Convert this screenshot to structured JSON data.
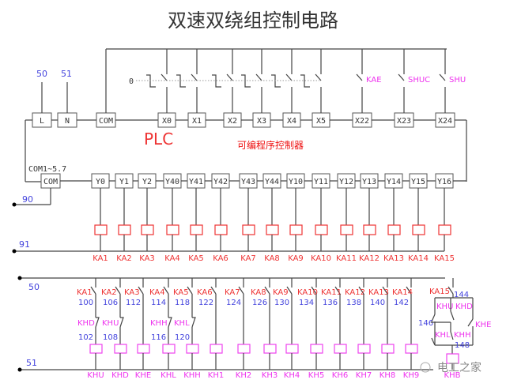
{
  "title": "双速双绕组控制电路",
  "plc_label": "PLC",
  "plc_subtitle": "可编程序控制器",
  "power_terminals": {
    "L": "L",
    "N": "N",
    "COM_in": "COM",
    "wire_L": "50",
    "wire_N": "51"
  },
  "input_zero": "0",
  "inputs": [
    "X0",
    "X1",
    "X2",
    "X3",
    "X4",
    "X5",
    "X22",
    "X23",
    "X24"
  ],
  "input_contacts": [
    "",
    "",
    "",
    "",
    "",
    "",
    "KAE",
    "SHUC",
    "SHU"
  ],
  "output_com_label": "COM1~5.7",
  "output_com": "COM",
  "outputs": [
    "Y0",
    "Y1",
    "Y2",
    "Y40",
    "Y41",
    "Y42",
    "Y43",
    "Y44",
    "Y10",
    "Y11",
    "Y12",
    "Y13",
    "Y14",
    "Y15",
    "Y16"
  ],
  "relays": [
    "KA1",
    "KA2",
    "KA3",
    "KA4",
    "KA5",
    "KA6",
    "KA7",
    "KA8",
    "KA9",
    "KA10",
    "KA11",
    "KA12",
    "KA13",
    "KA14",
    "KA15"
  ],
  "rail_90": "90",
  "rail_91": "91",
  "rail_50": "50",
  "rail_51": "51",
  "lower": {
    "ka_contacts": [
      "KA1",
      "KA2",
      "KA3",
      "KA4",
      "KA5",
      "KA6",
      "KA7",
      "KA8",
      "KA9",
      "KA10",
      "KA11",
      "KA12",
      "KA13",
      "KA14",
      "KA15"
    ],
    "upper_nums": [
      "100",
      "106",
      "112",
      "114",
      "118",
      "122",
      "124",
      "126",
      "130",
      "134",
      "136",
      "138",
      "140",
      "142",
      "144"
    ],
    "interlocks": [
      {
        "label": "KHD",
        "num": "102"
      },
      {
        "label": "KHU",
        "num": "108"
      },
      null,
      {
        "label": "KHH",
        "num": "116"
      },
      {
        "label": "KHL",
        "num": "120"
      }
    ],
    "coils": [
      "KHU",
      "KHD",
      "KHE",
      "KHL",
      "KHH",
      "KH1",
      "KH2",
      "KH3",
      "KH4",
      "KH5",
      "KH6",
      "KH7",
      "KH8",
      "KH9",
      "KHB"
    ],
    "ka15_branch": {
      "top_contacts": [
        "KHU",
        "KHD"
      ],
      "bottom_contacts": [
        "KHL",
        "KHH"
      ],
      "side_contact": "KHE",
      "mid_num": "146",
      "out_num": "148"
    }
  },
  "watermark": "电工之家"
}
